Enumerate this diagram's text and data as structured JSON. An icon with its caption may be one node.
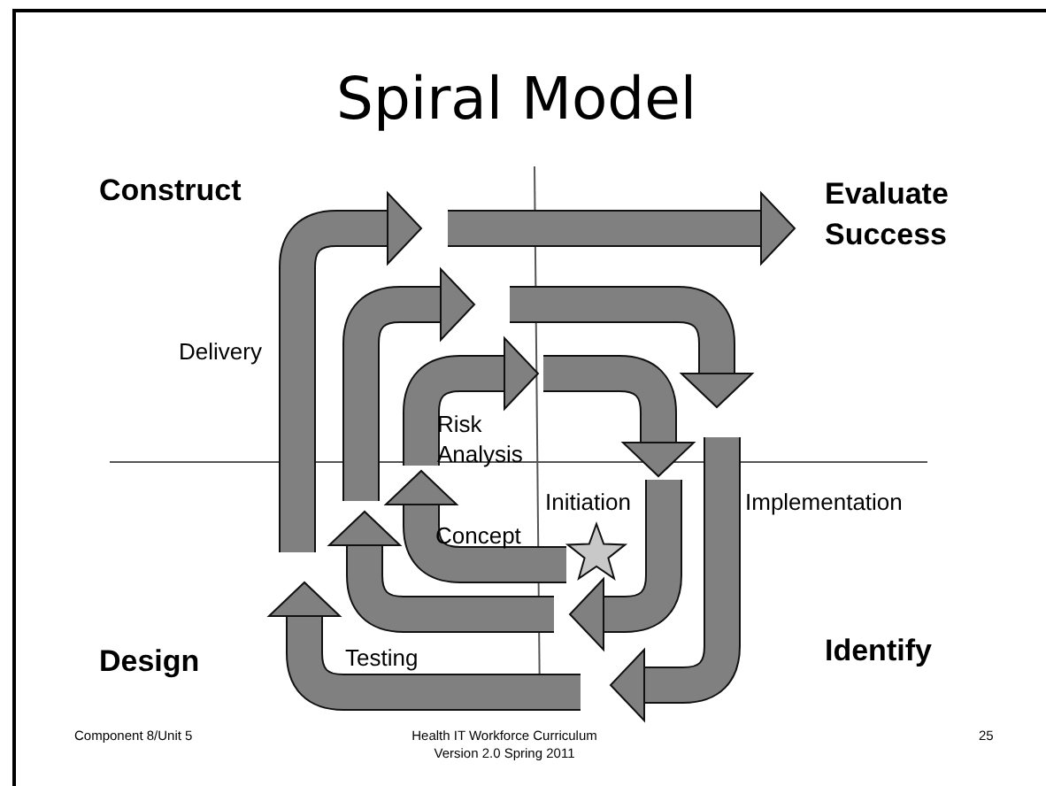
{
  "diagram": {
    "title": "Spiral Model",
    "labels": [
      "Construct",
      "Evaluate Success",
      "Delivery",
      "Risk Analysis",
      "Initiation",
      "Implementation",
      "Concept",
      "Design",
      "Testing",
      "Identify",
      "Component 8/Unit 5",
      "Health IT Workforce Curriculum Version 2.0 Spring 2011",
      "25"
    ]
  }
}
